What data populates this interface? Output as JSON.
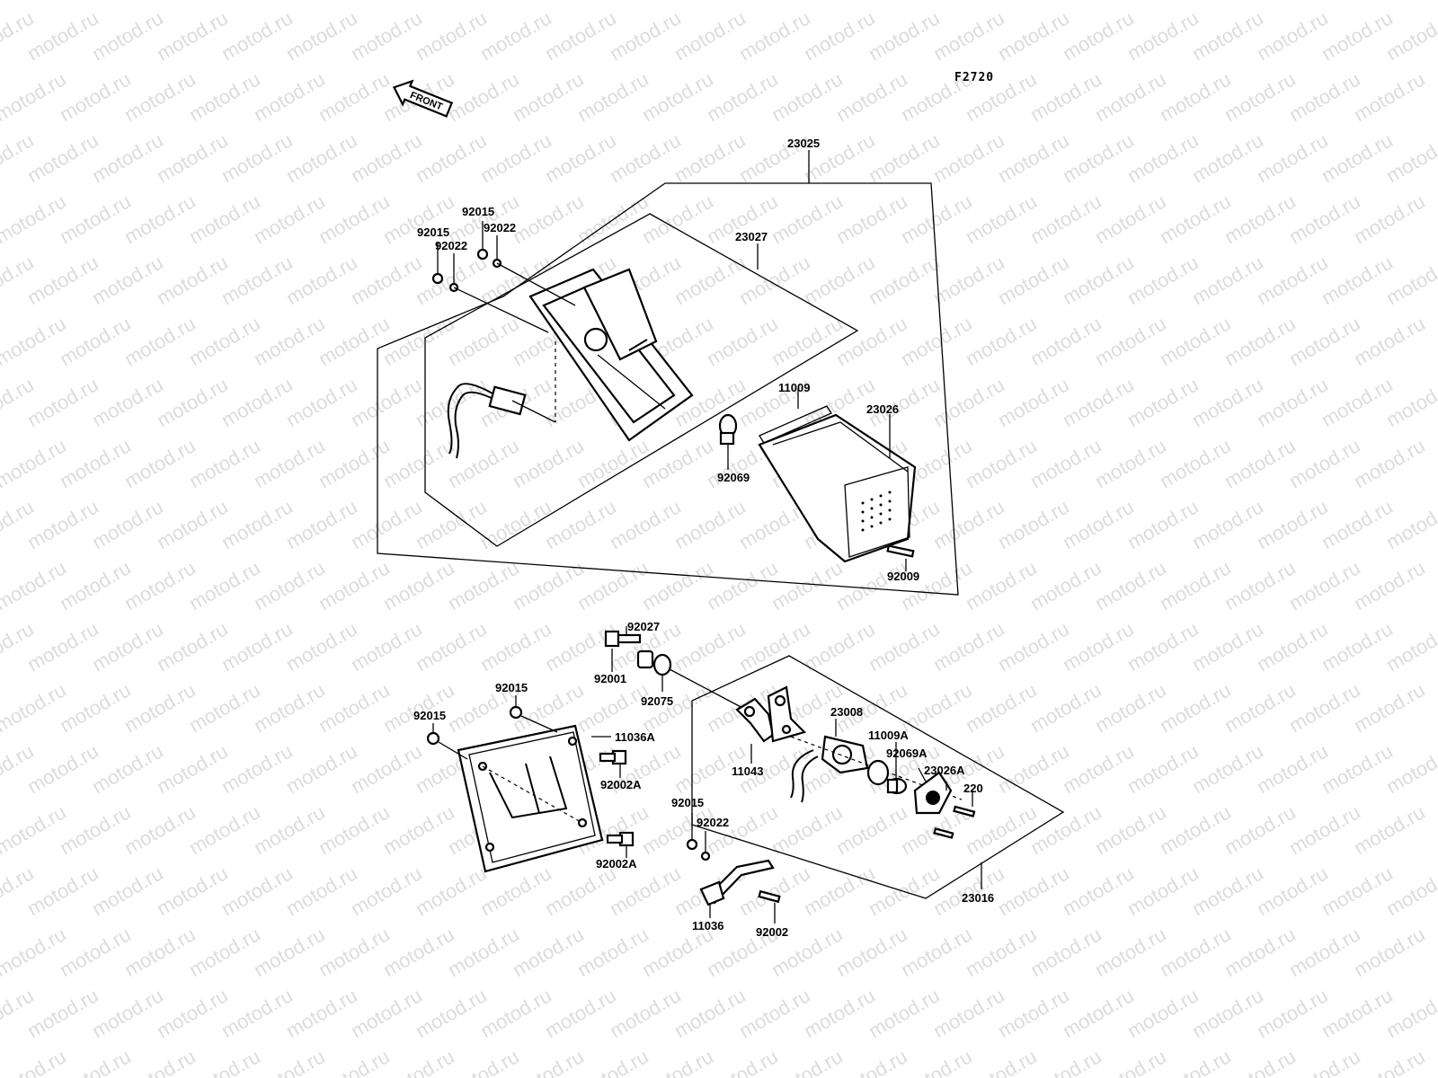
{
  "watermark": "motod.ru",
  "figure_code": "F2720",
  "front_arrow_label": "FRONT",
  "labels": {
    "l23025": "23025",
    "l23027": "23027",
    "l92015a": "92015",
    "l92022a": "92022",
    "l92015b": "92015",
    "l92022b": "92022",
    "l11009": "11009",
    "l23026": "23026",
    "l92069": "92069",
    "l92009": "92009",
    "l92027": "92027",
    "l92001": "92001",
    "l92075": "92075",
    "l92015c": "92015",
    "l92015d": "92015",
    "l11036A": "11036A",
    "l92002A_1": "92002A",
    "l92002A_2": "92002A",
    "l23008": "23008",
    "l11043": "11043",
    "l11009A": "11009A",
    "l92069A": "92069A",
    "l23026A": "23026A",
    "l220": "220",
    "l92015e": "92015",
    "l92022e": "92022",
    "l11036": "11036",
    "l92002": "92002",
    "l23016": "23016"
  }
}
